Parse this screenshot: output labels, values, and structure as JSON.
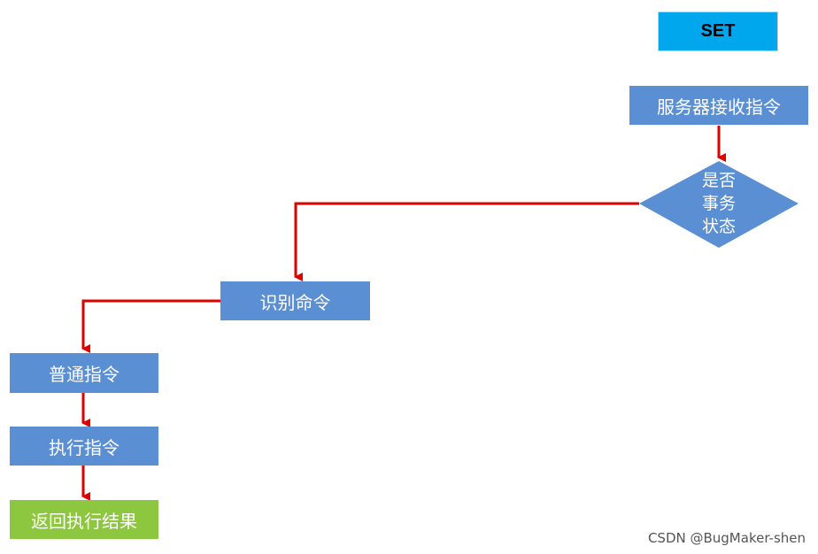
{
  "header": {
    "set_label": "SET"
  },
  "nodes": {
    "receive": "服务器接收指令",
    "decision": [
      "是否",
      "事务",
      "状态"
    ],
    "identify": "识别命令",
    "normal": "普通指令",
    "execute": "执行指令",
    "result": "返回执行结果"
  },
  "watermark": "CSDN @BugMaker-shen",
  "colors": {
    "box": "#5b8fd4",
    "result": "#8dc63f",
    "set": "#00a7ec",
    "arrow": "#e00000"
  }
}
